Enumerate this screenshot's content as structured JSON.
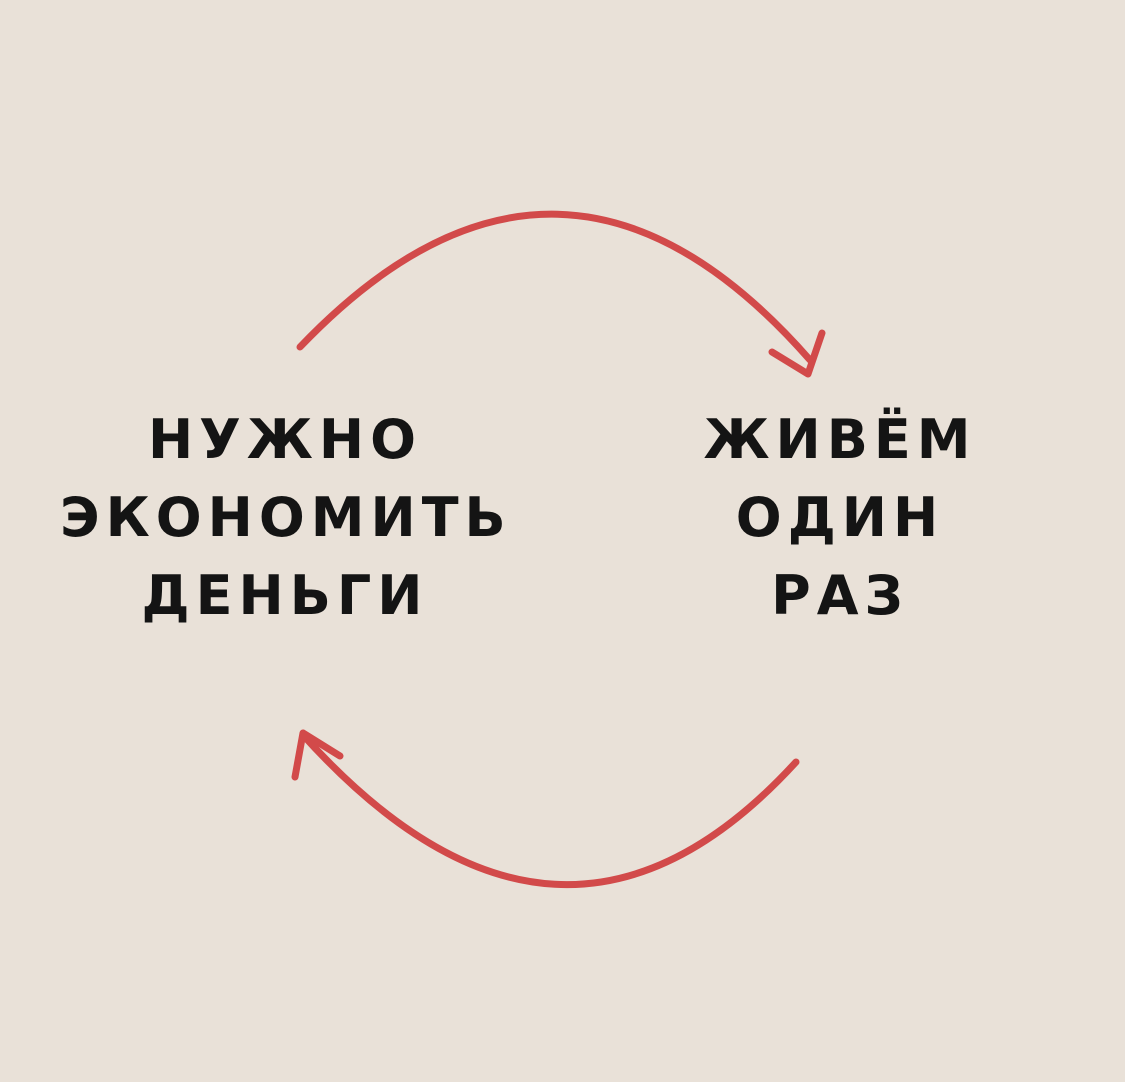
{
  "diagram": {
    "left_node": {
      "lines": [
        "НУЖНО",
        "ЭКОНОМИТЬ",
        "ДЕНЬГИ"
      ]
    },
    "right_node": {
      "lines": [
        "ЖИВЁМ",
        "ОДИН",
        "РАЗ"
      ]
    },
    "colors": {
      "background": "#e9e1d8",
      "arrow": "#d24a4a",
      "text": "#141414"
    }
  }
}
